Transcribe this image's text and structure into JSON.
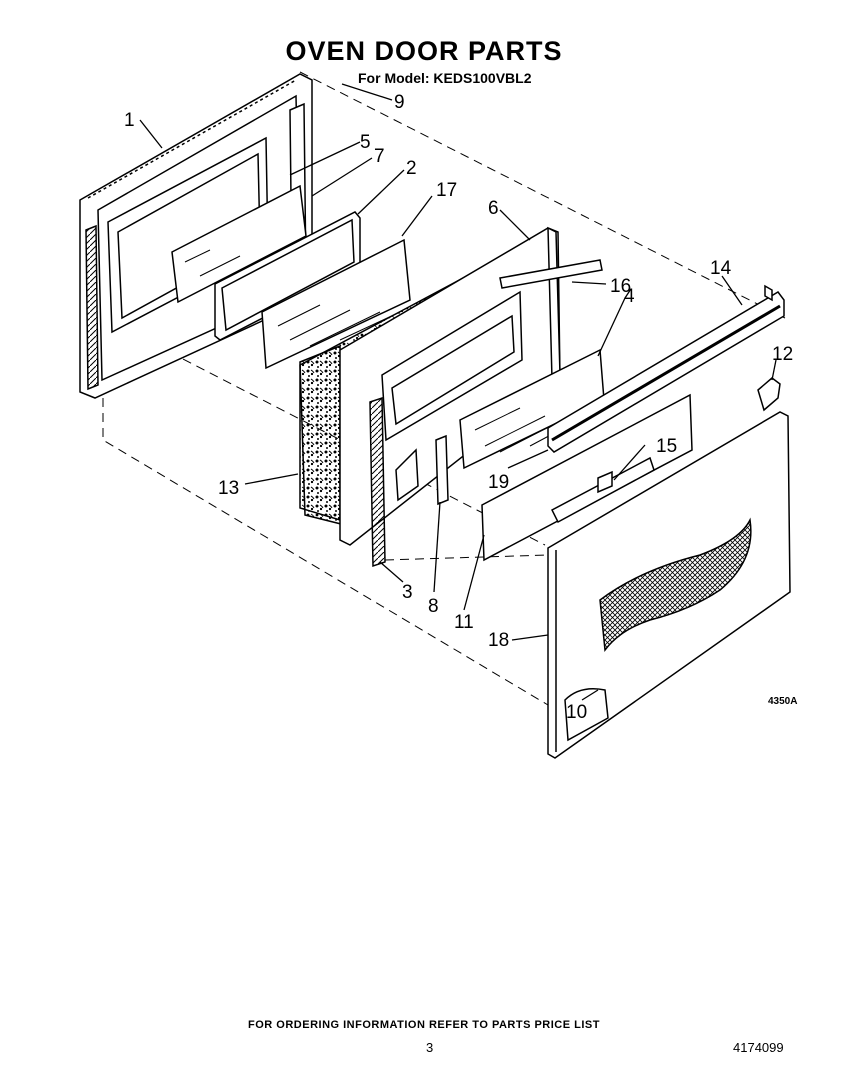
{
  "header": {
    "title": "OVEN DOOR PARTS",
    "model_line": "For Model: KEDS100VBL2"
  },
  "callouts": {
    "c1": "1",
    "c2": "2",
    "c3": "3",
    "c4": "4",
    "c5": "5",
    "c6": "6",
    "c7": "7",
    "c8": "8",
    "c9": "9",
    "c10": "10",
    "c11": "11",
    "c12": "12",
    "c13": "13",
    "c14": "14",
    "c15": "15",
    "c16": "16",
    "c17": "17",
    "c18": "18",
    "c19": "19"
  },
  "drawing_code": "4350A",
  "footer": {
    "ordering_note": "FOR ORDERING INFORMATION REFER TO PARTS PRICE LIST",
    "page_number": "3",
    "document_number": "4174099"
  }
}
